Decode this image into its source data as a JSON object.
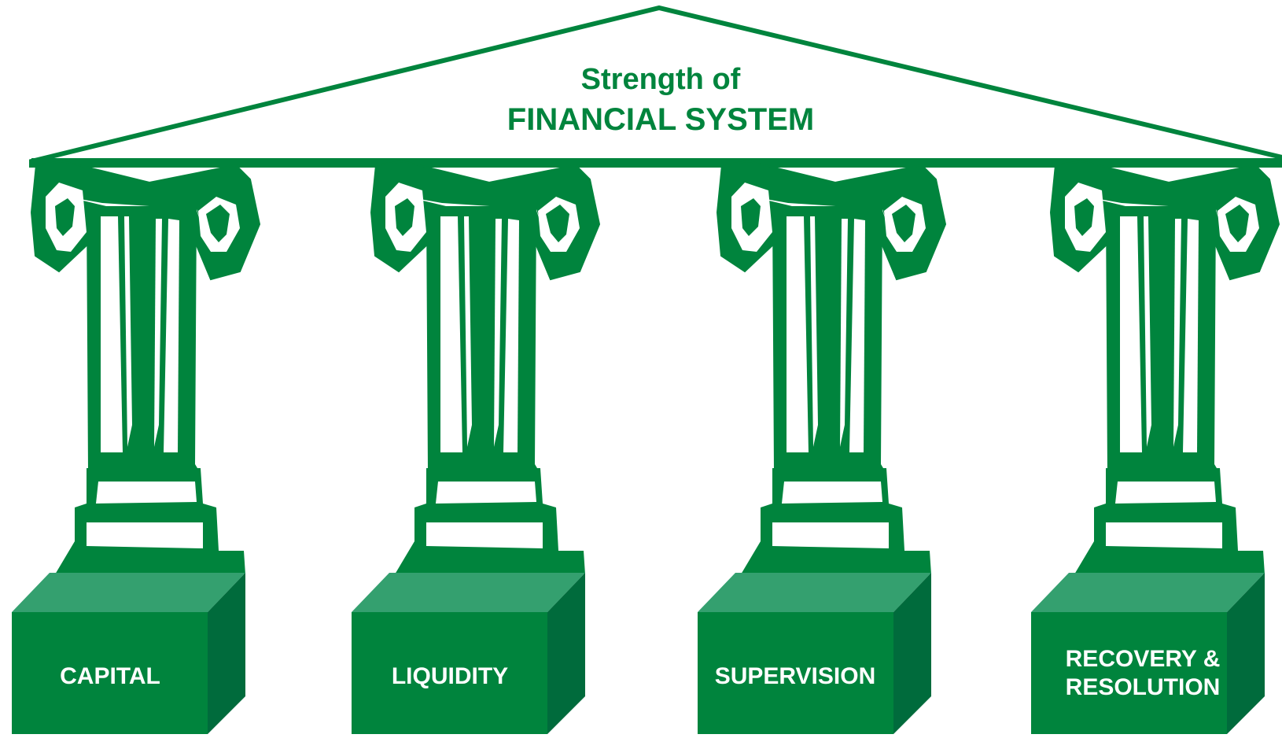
{
  "title": {
    "line1": "Strength of",
    "line2": "FINANCIAL SYSTEM"
  },
  "pillars": [
    {
      "label": "CAPITAL"
    },
    {
      "label": "LIQUIDITY"
    },
    {
      "label": "SUPERVISION"
    },
    {
      "label": "RECOVERY &\nRESOLUTION"
    }
  ],
  "colors": {
    "green": "#00843D",
    "block_top": "#34A06F",
    "block_side": "#006B3C",
    "background": "#FFFFFF"
  }
}
